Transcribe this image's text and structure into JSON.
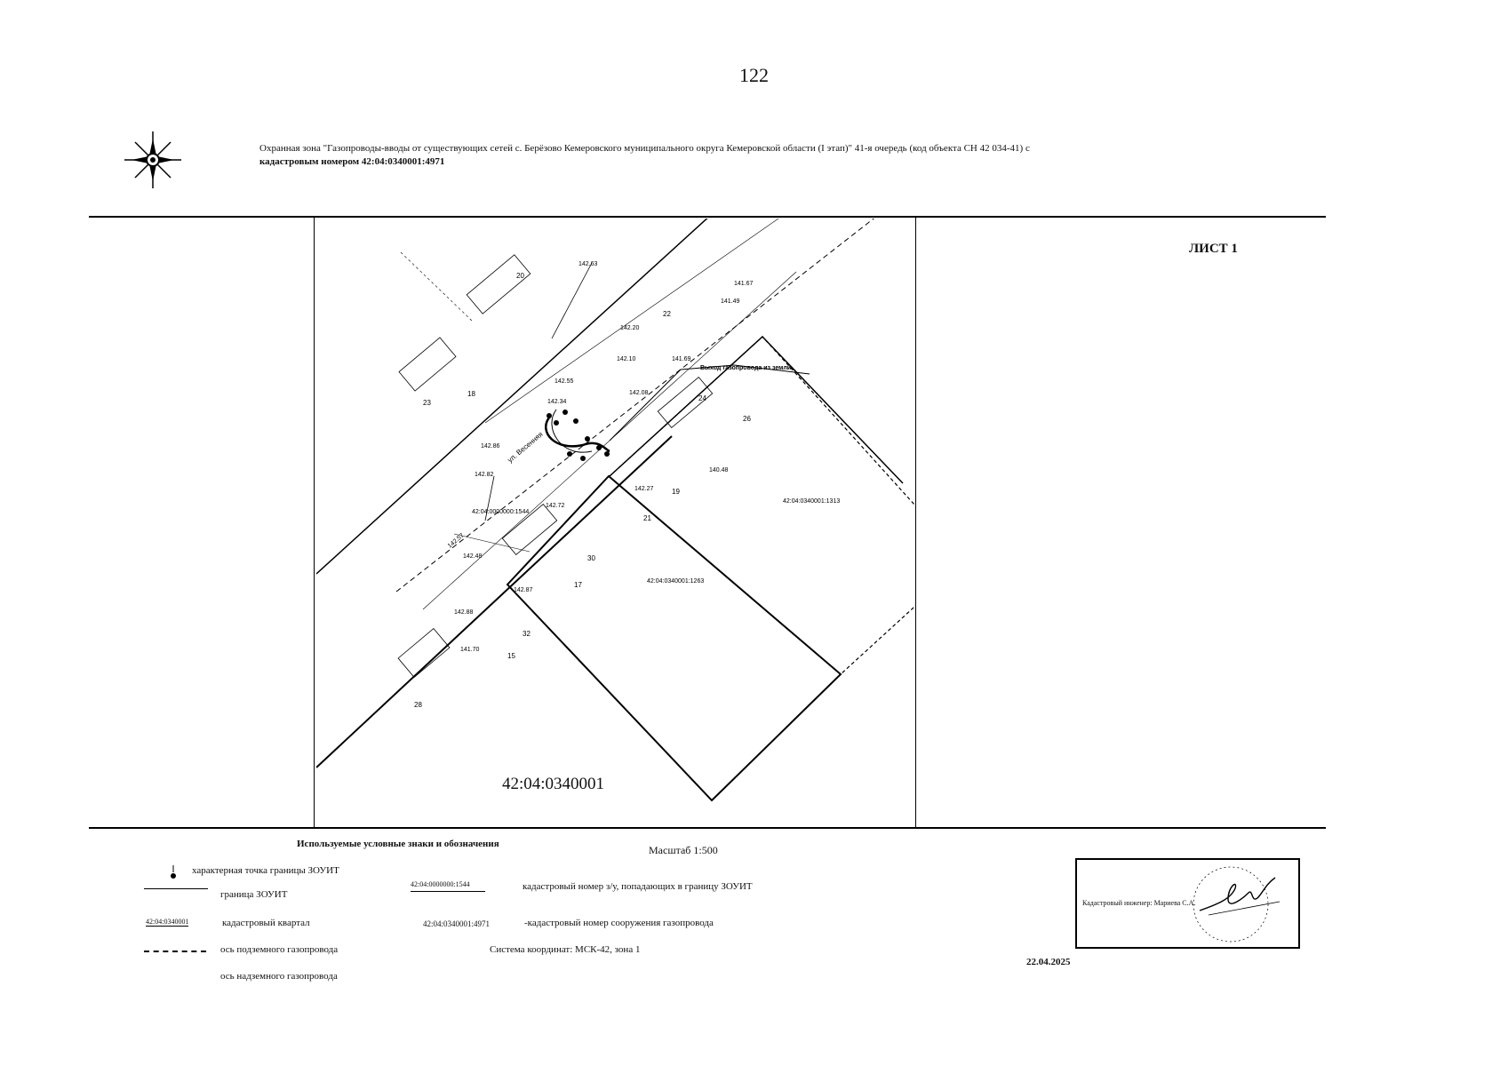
{
  "page_number": "122",
  "header": {
    "title_line1": "Охранная зона \"Газопроводы-вводы от существующих сетей с. Берёзово Кемеровского муниципального округа Кемеровской области (I этап)\" 41-я очередь (код объекта СН 42 034-41) с",
    "title_line2": "кадастровым номером 42:04:0340001:4971",
    "sheet_label": "ЛИСТ 1"
  },
  "map": {
    "cadastral_quarter": "42:04:0340001",
    "parcel_labels": [
      "42:04:0340001:1263",
      "42:04:0340001:1313",
      "42:04:0000000:1544"
    ],
    "street_label": "ул. Весенняя",
    "outlet_label": "Выход газопровода из земли",
    "elevations": [
      "142.63",
      "142.55",
      "142.34",
      "142.10",
      "142.08",
      "141.69",
      "141.49",
      "141.67",
      "142.86",
      "142.82",
      "142.27",
      "142.48",
      "142.57",
      "142.88",
      "142.72",
      "142.20",
      "140.48",
      "141.70",
      "142.87"
    ],
    "lot_numbers": [
      "18",
      "20",
      "22",
      "24",
      "26",
      "28",
      "30",
      "32",
      "15",
      "17",
      "19",
      "21",
      "23"
    ]
  },
  "legend": {
    "title": "Используемые условные знаки и обозначения",
    "scale": "Масштаб 1:500",
    "items": [
      {
        "label": "характерная точка границы ЗОУИТ"
      },
      {
        "label": "граница ЗОУИТ"
      },
      {
        "label": "кадастровый квартал",
        "sample": "42:04:0340001"
      },
      {
        "label": "ось подземного газопровода"
      },
      {
        "label": "ось надземного газопровода"
      }
    ],
    "parcel_sample": "42:04:0000000:1544",
    "parcel_desc": "кадастровый номер з/у, попадающих в границу ЗОУИТ",
    "structure_sample": "42:04:0340001:4971",
    "structure_desc": "-кадастровый номер сооружения газопровода",
    "coord_system": "Система координат: МСК-42, зона 1"
  },
  "stamp": {
    "engineer_label": "Кадастровый инженер: Мариева С.А.",
    "date": "22.04.2025"
  }
}
